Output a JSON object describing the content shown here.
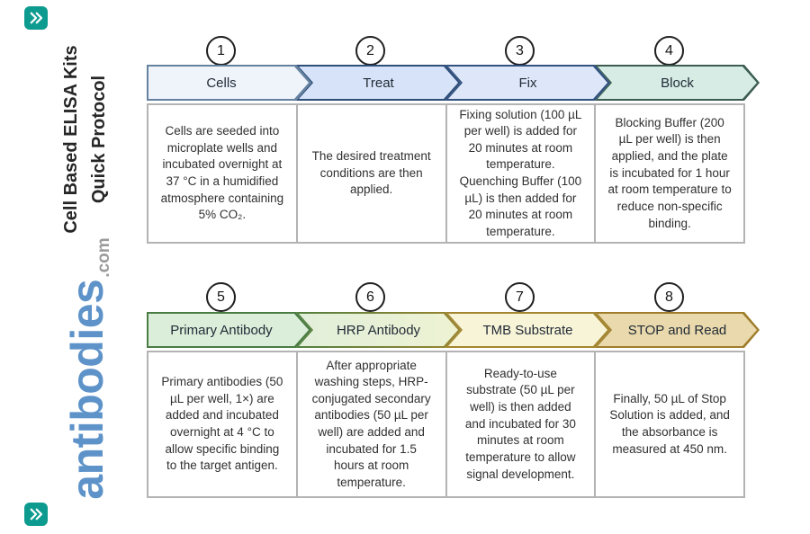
{
  "branding": {
    "title_lines": [
      "Cell Based ELISA Kits",
      "Quick Protocol"
    ],
    "logo_text": "antibodies",
    "logo_suffix": ".com",
    "logo_color": "#5e93c9",
    "logo_suffix_color": "#9b9b9b",
    "corner_icon": "double-chevron-right-icon",
    "corner_icon_color": "#0d9b90"
  },
  "diagram": {
    "box_border_color": "#b3b3b3",
    "circle_border_color": "#1f1f1f",
    "steps": [
      {
        "number": "1",
        "label": "Cells",
        "fill": "#eff4fb",
        "border": "#64819f",
        "description": "Cells are seeded into microplate wells and incubated overnight at 37 °C in a humidified atmosphere containing 5% CO₂."
      },
      {
        "number": "2",
        "label": "Treat",
        "fill": "#d7e3f8",
        "border": "#2e4d79",
        "description": "The desired treatment conditions are then applied."
      },
      {
        "number": "3",
        "label": "Fix",
        "fill": "#dee7f9",
        "border": "#31517e",
        "description": "Fixing solution (100 µL per well) is added for 20 minutes at room temperature. Quenching Buffer (100 µL) is then added for 20 minutes at room temperature."
      },
      {
        "number": "4",
        "label": "Block",
        "fill": "#d6ece4",
        "border": "#3c5c50",
        "description": "Blocking Buffer (200 µL per well) is then applied, and the plate is incubated for 1 hour at room temperature to reduce non-specific binding."
      },
      {
        "number": "5",
        "label": "Primary Antibody",
        "fill": "#dbeeda",
        "border": "#4a7c43",
        "description": "Primary antibodies (50 µL per well, 1×) are added and incubated overnight at 4 °C to allow specific binding to the target antigen."
      },
      {
        "number": "6",
        "label": "HRP Antibody",
        "fill": "linear-gradient(90deg,#e2efda,#edf2d2)",
        "border": "linear-gradient(90deg,#53803f,#9a8531)",
        "description": "After appropriate washing steps, HRP-conjugated secondary antibodies (50 µL per well) are added and incubated for 1.5 hours at room temperature."
      },
      {
        "number": "7",
        "label": "TMB Substrate",
        "fill": "#f8f4d8",
        "border": "#a3862f",
        "description": "Ready-to-use substrate (50 µL per well) is then added and incubated for 30 minutes at room temperature to allow signal development."
      },
      {
        "number": "8",
        "label": "STOP and Read",
        "fill": "#e9d9ac",
        "border": "#9f7d2b",
        "description": "Finally, 50 µL of Stop Solution is added, and the absorbance is measured at 450 nm."
      }
    ]
  }
}
